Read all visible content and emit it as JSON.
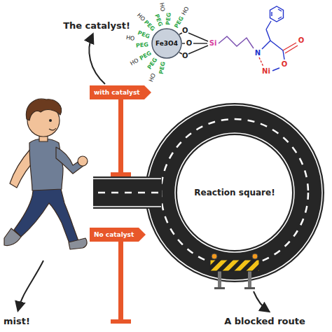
{
  "diagram": {
    "nodes": [
      {
        "text": [
          "with catalyst"
        ]
      },
      {
        "text": [
          "No catalyst"
        ]
      },
      {
        "text": [
          "Reaction square!"
        ]
      },
      {
        "text": [
          "Fe3O4"
        ]
      }
    ],
    "labels": [
      "The catalyst!",
      "PEG",
      "PEG",
      "PEG",
      "PEG",
      "PEG",
      "PEG",
      "PEG",
      "PEG",
      "PEG",
      "HO",
      "HO",
      "HO",
      "HO",
      "HO",
      "HO",
      "O",
      "O",
      "O",
      "Si",
      "N",
      "Ni",
      "O",
      "O",
      "mist!",
      "A blocked route"
    ]
  }
}
